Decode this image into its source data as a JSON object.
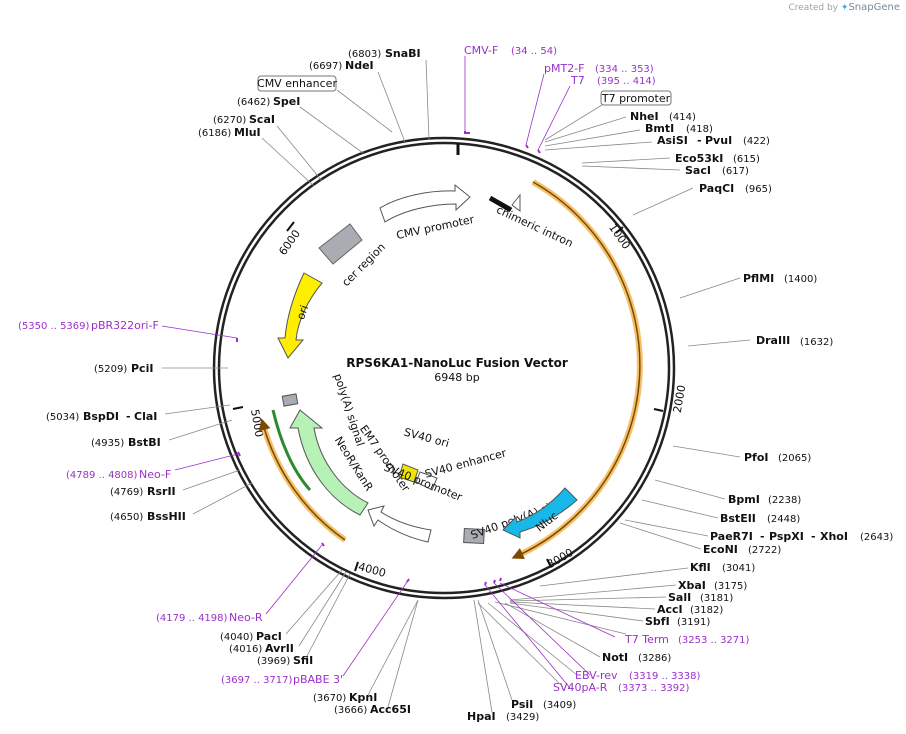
{
  "credit": {
    "prefix": "Created by",
    "brand": "SnapGene"
  },
  "map": {
    "name": "RPS6KA1-NanoLuc Fusion Vector",
    "length_label": "6948 bp",
    "length": 6948,
    "ticks": [
      "1000",
      "2000",
      "3000",
      "4000",
      "5000",
      "6000"
    ]
  },
  "colors": {
    "backbone": "#222222",
    "primer": "#9b30c9",
    "orf": "#f5b13b",
    "ori": "#ffee00",
    "nluc": "#17b8e8",
    "neo": "#b6f2b6",
    "sv40ori": "#f2e400",
    "grey_feature": "#a9adb3"
  },
  "labels": [
    {
      "id": "snabi",
      "name": "SnaBI",
      "pos": "(6803)",
      "bp": 6803
    },
    {
      "id": "ndei",
      "name": "NdeI",
      "pos": "(6697)",
      "bp": 6697
    },
    {
      "id": "spei",
      "name": "SpeI",
      "pos": "(6462)",
      "bp": 6462
    },
    {
      "id": "scai",
      "name": "ScaI",
      "pos": "(6270)",
      "bp": 6270
    },
    {
      "id": "mlui",
      "name": "MluI",
      "pos": "(6186)",
      "bp": 6186
    },
    {
      "id": "nhei",
      "name": "NheI",
      "pos": "(414)",
      "bp": 414
    },
    {
      "id": "bmti",
      "name": "BmtI",
      "pos": "(418)",
      "bp": 418
    },
    {
      "id": "asisi",
      "name": "AsiSI",
      "name2": "PvuI",
      "pos": "(422)",
      "bp": 422
    },
    {
      "id": "eco53ki",
      "name": "Eco53kI",
      "pos": "(615)",
      "bp": 615
    },
    {
      "id": "saci",
      "name": "SacI",
      "pos": "(617)",
      "bp": 617
    },
    {
      "id": "paqci",
      "name": "PaqCI",
      "pos": "(965)",
      "bp": 965
    },
    {
      "id": "pflmi",
      "name": "PflMI",
      "pos": "(1400)",
      "bp": 1400
    },
    {
      "id": "draiii",
      "name": "DraIII",
      "pos": "(1632)",
      "bp": 1632
    },
    {
      "id": "pfoi",
      "name": "PfoI",
      "pos": "(2065)",
      "bp": 2065
    },
    {
      "id": "bpmi",
      "name": "BpmI",
      "pos": "(2238)",
      "bp": 2238
    },
    {
      "id": "bsteii",
      "name": "BstEII",
      "pos": "(2448)",
      "bp": 2448
    },
    {
      "id": "paer7i",
      "name": "PaeR7I",
      "name2": "PspXI",
      "name3": "XhoI",
      "pos": "(2643)",
      "bp": 2643
    },
    {
      "id": "econi",
      "name": "EcoNI",
      "pos": "(2722)",
      "bp": 2722
    },
    {
      "id": "kfli",
      "name": "KflI",
      "pos": "(3041)",
      "bp": 3041
    },
    {
      "id": "xbai",
      "name": "XbaI",
      "pos": "(3175)",
      "bp": 3175
    },
    {
      "id": "sali",
      "name": "SalI",
      "pos": "(3181)",
      "bp": 3181
    },
    {
      "id": "acci",
      "name": "AccI",
      "pos": "(3182)",
      "bp": 3182
    },
    {
      "id": "sbfi",
      "name": "SbfI",
      "pos": "(3191)",
      "bp": 3191
    },
    {
      "id": "noti",
      "name": "NotI",
      "pos": "(3286)",
      "bp": 3286
    },
    {
      "id": "psii",
      "name": "PsiI",
      "pos": "(3409)",
      "bp": 3409
    },
    {
      "id": "hpai",
      "name": "HpaI",
      "pos": "(3429)",
      "bp": 3429
    },
    {
      "id": "kpni",
      "name": "KpnI",
      "pos": "(3670)",
      "bp": 3670
    },
    {
      "id": "acc65i",
      "name": "Acc65I",
      "pos": "(3666)",
      "bp": 3666
    },
    {
      "id": "sfii",
      "name": "SfiI",
      "pos": "(3969)",
      "bp": 3969
    },
    {
      "id": "avrii",
      "name": "AvrII",
      "pos": "(4016)",
      "bp": 4016
    },
    {
      "id": "paci",
      "name": "PacI",
      "pos": "(4040)",
      "bp": 4040
    },
    {
      "id": "bsshii",
      "name": "BssHII",
      "pos": "(4650)",
      "bp": 4650
    },
    {
      "id": "rsrii",
      "name": "RsrII",
      "pos": "(4769)",
      "bp": 4769
    },
    {
      "id": "bstbi",
      "name": "BstBI",
      "pos": "(4935)",
      "bp": 4935
    },
    {
      "id": "bspdi",
      "name": "BspDI",
      "name2": "ClaI",
      "pos": "(5034)",
      "bp": 5034
    },
    {
      "id": "pcii",
      "name": "PciI",
      "pos": "(5209)",
      "bp": 5209
    }
  ],
  "primers": [
    {
      "id": "cmvf",
      "name": "CMV-F",
      "pos": "(34 .. 54)",
      "bp": 44
    },
    {
      "id": "pmt2f",
      "name": "pMT2-F",
      "pos": "(334 .. 353)",
      "bp": 343
    },
    {
      "id": "t7",
      "name": "T7",
      "pos": "(395 .. 414)",
      "bp": 404
    },
    {
      "id": "t7term",
      "name": "T7 Term",
      "pos": "(3253 .. 3271)",
      "bp": 3262
    },
    {
      "id": "ebvrev",
      "name": "EBV-rev",
      "pos": "(3319 .. 3338)",
      "bp": 3328
    },
    {
      "id": "sv40par",
      "name": "SV40pA-R",
      "pos": "(3373 .. 3392)",
      "bp": 3382
    },
    {
      "id": "pbabe3",
      "name": "pBABE 3'",
      "pos": "(3697 .. 3717)",
      "bp": 3707
    },
    {
      "id": "neor",
      "name": "Neo-R",
      "pos": "(4179 .. 4198)",
      "bp": 4188
    },
    {
      "id": "neof",
      "name": "Neo-F",
      "pos": "(4789 .. 4808)",
      "bp": 4798
    },
    {
      "id": "pbr322",
      "name": "pBR322ori-F",
      "pos": "(5350 .. 5369)",
      "bp": 5360
    }
  ],
  "boxed_labels": {
    "cmv_enhancer": "CMV enhancer",
    "t7_promoter": "T7 promoter"
  },
  "features": {
    "cmv_promoter": "CMV promoter",
    "chimeric_intron": "chimeric intron",
    "cer_region": "cer region",
    "ori": "ori",
    "polya_signal": "poly(A) signal",
    "em7_promoter": "EM7 promoter",
    "neor_kanr": "NeoR/KanR",
    "sv40_ori": "SV40 ori",
    "sv40_enhancer": "SV40 enhancer",
    "sv40_promoter": "SV40 promoter",
    "sv40_polya": "SV40 poly(A) signal",
    "nluc": "Nluc"
  }
}
